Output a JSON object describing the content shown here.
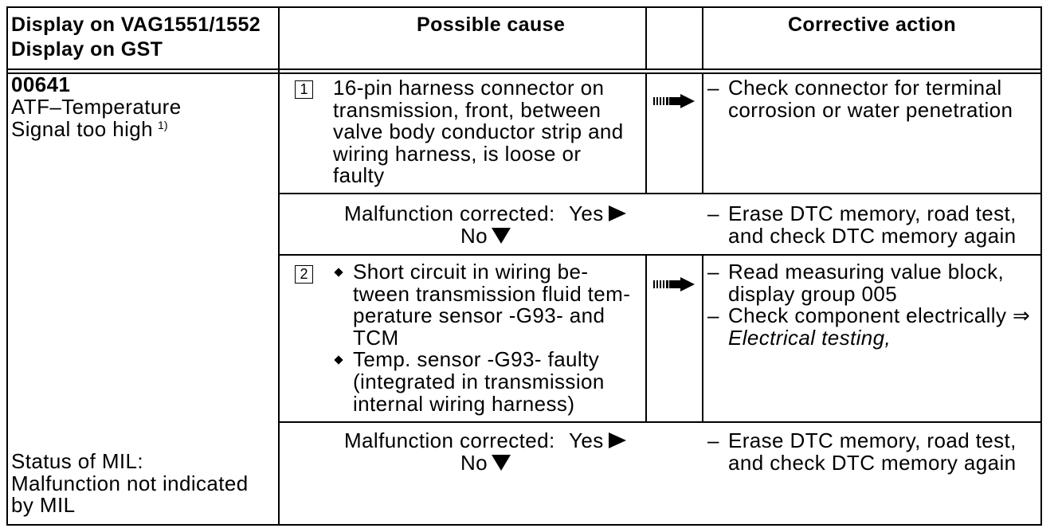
{
  "header": {
    "display_lines": [
      "Display on VAG1551/1552",
      "Display on GST"
    ],
    "cause": "Possible cause",
    "action": "Corrective action"
  },
  "fault": {
    "code": "00641",
    "name_lines": [
      "ATF–Temperature",
      "Signal too high"
    ],
    "footnote": "1)",
    "status_lines": [
      "Status of MIL:",
      "Malfunction not indicated",
      "by MIL"
    ]
  },
  "dash": "–",
  "icons": {
    "step_arrow": "striped-arrow-right-icon",
    "yes": "triangle-right-icon",
    "no": "triangle-down-icon",
    "bullet": "diamond-bullet-icon"
  },
  "steps": [
    {
      "number": "1",
      "cause_lines": [
        "16-pin harness connector on",
        "transmission, front, between",
        "valve body conductor strip and",
        "wiring harness, is loose or",
        "faulty"
      ],
      "actions": [
        {
          "lines": [
            "Check connector for terminal",
            "corrosion or water penetration"
          ]
        }
      ]
    },
    {
      "number": "2",
      "cause_bullets": [
        {
          "lines": [
            "Short circuit in wiring be-",
            "tween transmission fluid tem-",
            "perature sensor -G93- and",
            "TCM"
          ]
        },
        {
          "lines": [
            "Temp. sensor -G93- faulty",
            "(integrated in transmission",
            "internal wiring harness)"
          ]
        }
      ],
      "actions": [
        {
          "lines": [
            "Read measuring value block,",
            "display group 005"
          ]
        },
        {
          "lines": [
            "Check component electrically ⇒",
            "Electrical testing,"
          ]
        }
      ]
    }
  ],
  "checks": [
    {
      "label": "Malfunction corrected:",
      "yes": "Yes",
      "no": "No",
      "action_lines": [
        "Erase DTC memory, road test,",
        "and check DTC memory again"
      ]
    },
    {
      "label": "Malfunction corrected:",
      "yes": "Yes",
      "no": "No",
      "action_lines": [
        "Erase DTC memory, road test,",
        "and check DTC memory again"
      ]
    }
  ]
}
